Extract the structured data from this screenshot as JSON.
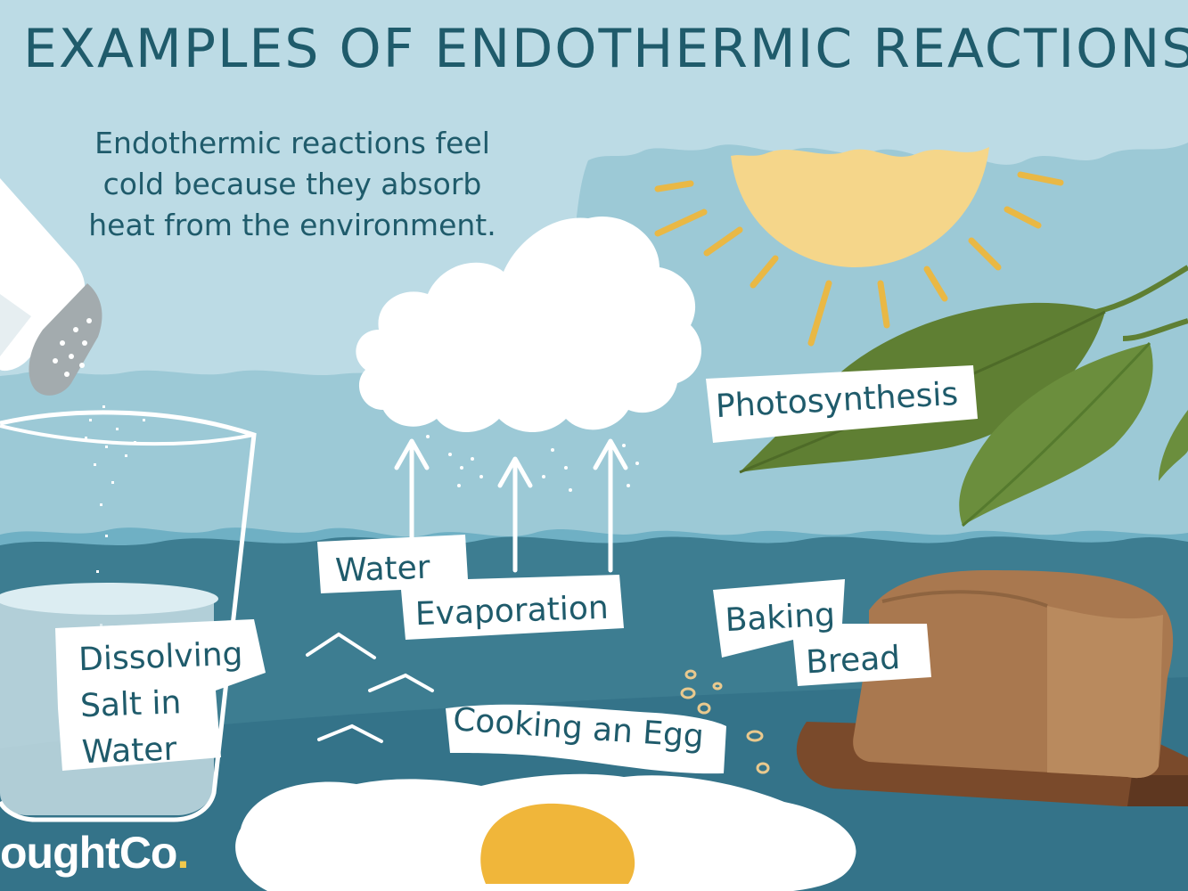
{
  "title": "Examples of Endothermic Reactions",
  "subtitle": "Endothermic reactions feel cold because they absorb heat from the environment.",
  "labels": {
    "photosynthesis": "Photosynthesis",
    "water_evaporation": [
      "Water",
      "Evaporation"
    ],
    "baking_bread": [
      "Baking",
      "Bread"
    ],
    "dissolving_salt": [
      "Dissolving",
      "Salt in",
      "Water"
    ],
    "cooking_egg": "Cooking an Egg"
  },
  "brand": {
    "main": "oughtCo",
    "accent": "."
  },
  "colors": {
    "sky": "#9cc9d6",
    "cloud": "#bcdbe5",
    "sea_light": "#6fb0c4",
    "sea_dark": "#3d7d91",
    "sea_deep": "#2e6b83",
    "text": "#1f5b6b",
    "sun": "#f5d68a",
    "sun_ray": "#e9b845",
    "leaf": "#6b8e3d",
    "bread": "#a9784f",
    "board": "#7a4a2b",
    "yolk": "#f0b63a"
  }
}
